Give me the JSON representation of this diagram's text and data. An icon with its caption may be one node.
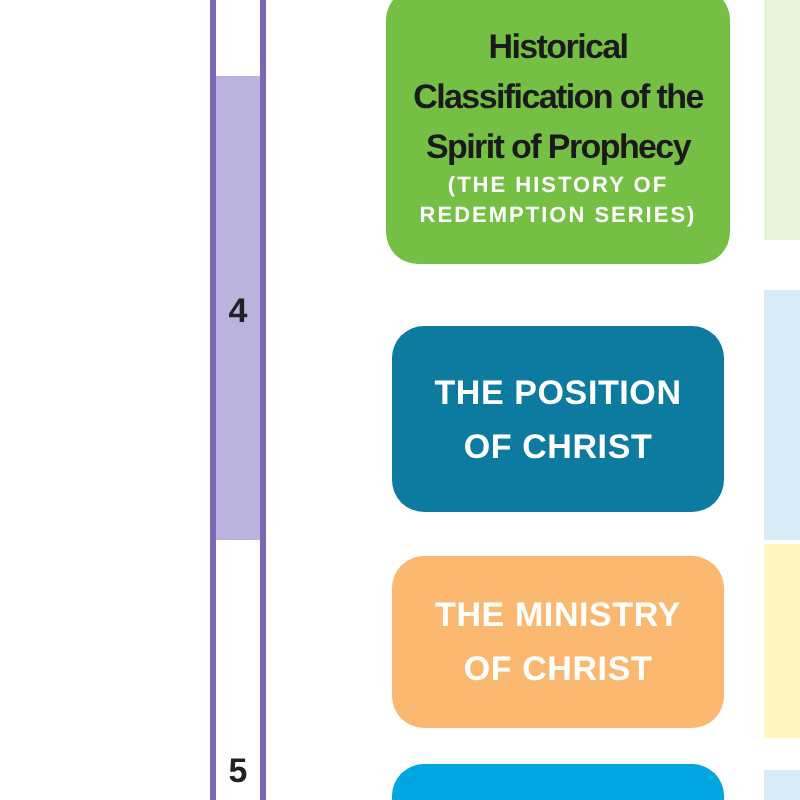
{
  "diagram": {
    "nodes": [
      {
        "text": [
          "Historical Classification of the Spirit of Prophecy",
          "(THE HISTORY OF REDEMPTION SERIES)"
        ]
      },
      {
        "text": [
          "THE POSITION OF CHRIST"
        ]
      },
      {
        "text": [
          "THE MINISTRY OF CHRIST"
        ]
      },
      {
        "text": [],
        "shape": "box"
      }
    ],
    "labels": [
      "4",
      "5"
    ]
  }
}
